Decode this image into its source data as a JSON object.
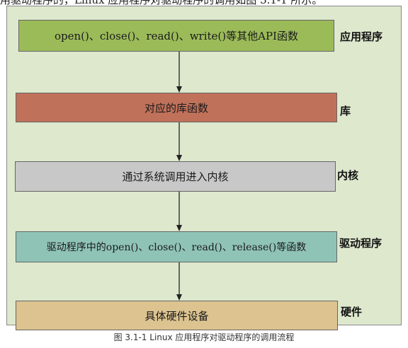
{
  "intro_text": "用驱动程序的，Linux 应用程序对驱动程序的调用如图 3.1-1 所示。",
  "layers": [
    {
      "box_text": "open()、close()、read()、write()等其他API函数",
      "side_label": "应用程序",
      "color": "#9bbb59"
    },
    {
      "box_text": "对应的库函数",
      "side_label": "库",
      "color": "#c0715a"
    },
    {
      "box_text": "通过系统调用进入内核",
      "side_label": "内核",
      "color": "#c8c8c8"
    },
    {
      "box_text": "驱动程序中的open()、close()、read()、release()等函数",
      "side_label": "驱动程序",
      "color": "#8fc3b6"
    },
    {
      "box_text": "具体硬件设备",
      "side_label": "硬件",
      "color": "#dcc38f"
    }
  ],
  "caption": "图 3.1-1 Linux 应用程序对驱动程序的调用流程",
  "frame_color": "#dde8cd"
}
